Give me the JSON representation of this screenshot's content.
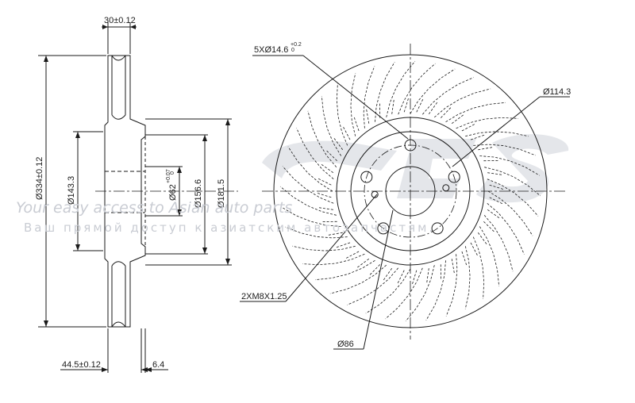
{
  "watermark": {
    "line1": "Your easy access to Asian auto parts",
    "line2": "Ваш прямой доступ к азиатским автозапчастям."
  },
  "side_view": {
    "thickness": "30±0.12",
    "outer_diameter": "Ø334±0.12",
    "d143": "Ø143.3",
    "center_bore": "Ø62",
    "center_bore_tol": "+0.07",
    "center_bore_tol2": "0",
    "d156": "Ø156.6",
    "d181": "Ø181.5",
    "height": "44.5±0.12",
    "hub_thickness": "6.4"
  },
  "front_view": {
    "bolt_holes": "5XØ14.6",
    "bolt_holes_tol": "+0.2",
    "bolt_holes_tol2": "0",
    "pcd": "Ø114.3",
    "thread": "2XM8X1.25",
    "d86": "Ø86"
  }
}
